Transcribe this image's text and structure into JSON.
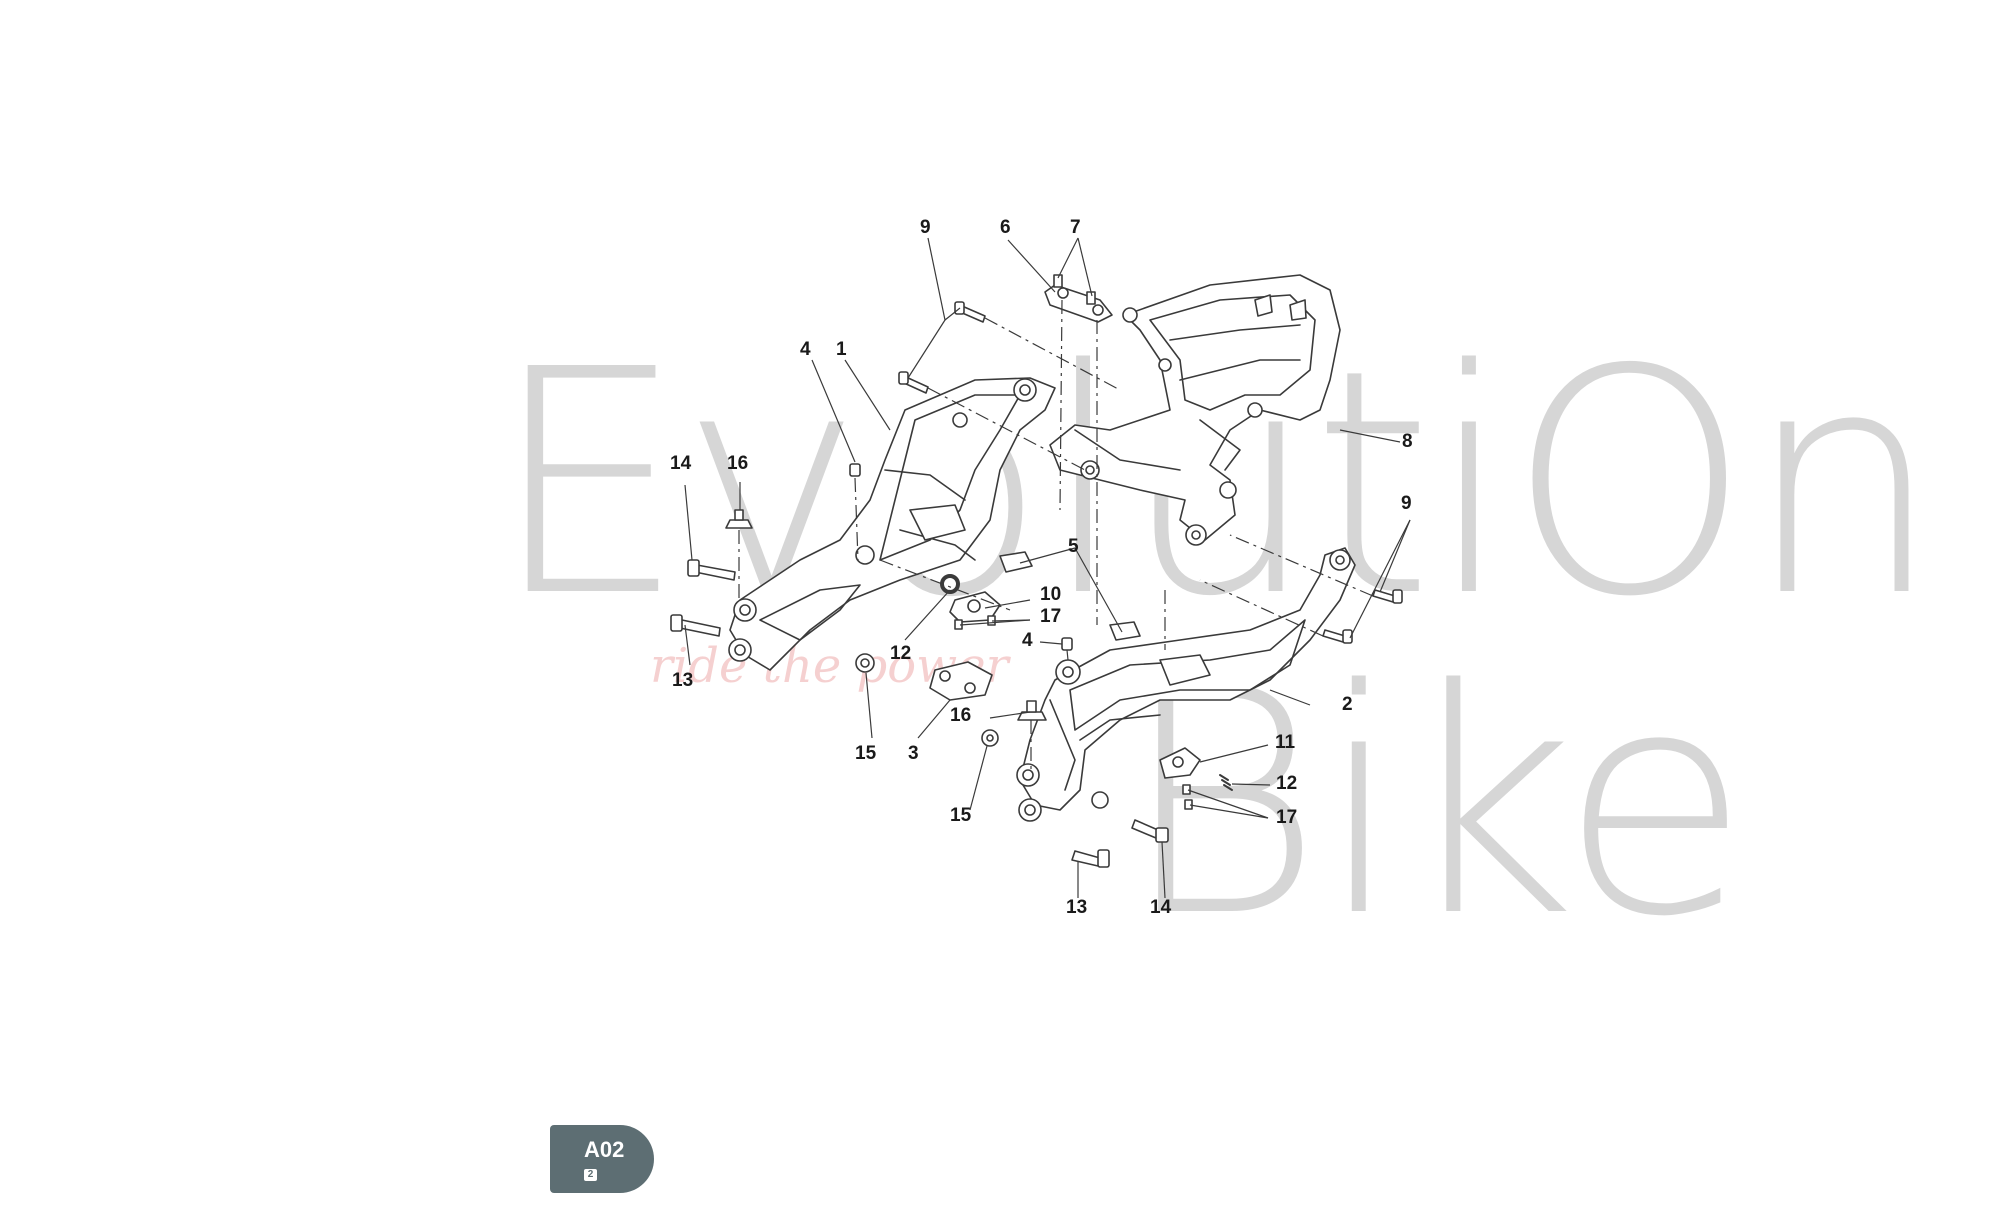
{
  "watermark": {
    "line1": "EvolutiOn",
    "line2": "Bike",
    "tagline": "ride the power"
  },
  "callouts": [
    {
      "label": "9"
    },
    {
      "label": "6"
    },
    {
      "label": "7"
    },
    {
      "label": "4"
    },
    {
      "label": "1"
    },
    {
      "label": "14"
    },
    {
      "label": "16"
    },
    {
      "label": "8"
    },
    {
      "label": "9"
    },
    {
      "label": "5"
    },
    {
      "label": "10"
    },
    {
      "label": "17"
    },
    {
      "label": "4"
    },
    {
      "label": "12"
    },
    {
      "label": "13"
    },
    {
      "label": "2"
    },
    {
      "label": "15"
    },
    {
      "label": "3"
    },
    {
      "label": "16"
    },
    {
      "label": "11"
    },
    {
      "label": "12"
    },
    {
      "label": "17"
    },
    {
      "label": "15"
    },
    {
      "label": "13"
    },
    {
      "label": "14"
    }
  ],
  "badge": {
    "code": "A02",
    "page": "2"
  },
  "colors": {
    "line": "#3a3a3a",
    "badge": "#5d6e73"
  }
}
